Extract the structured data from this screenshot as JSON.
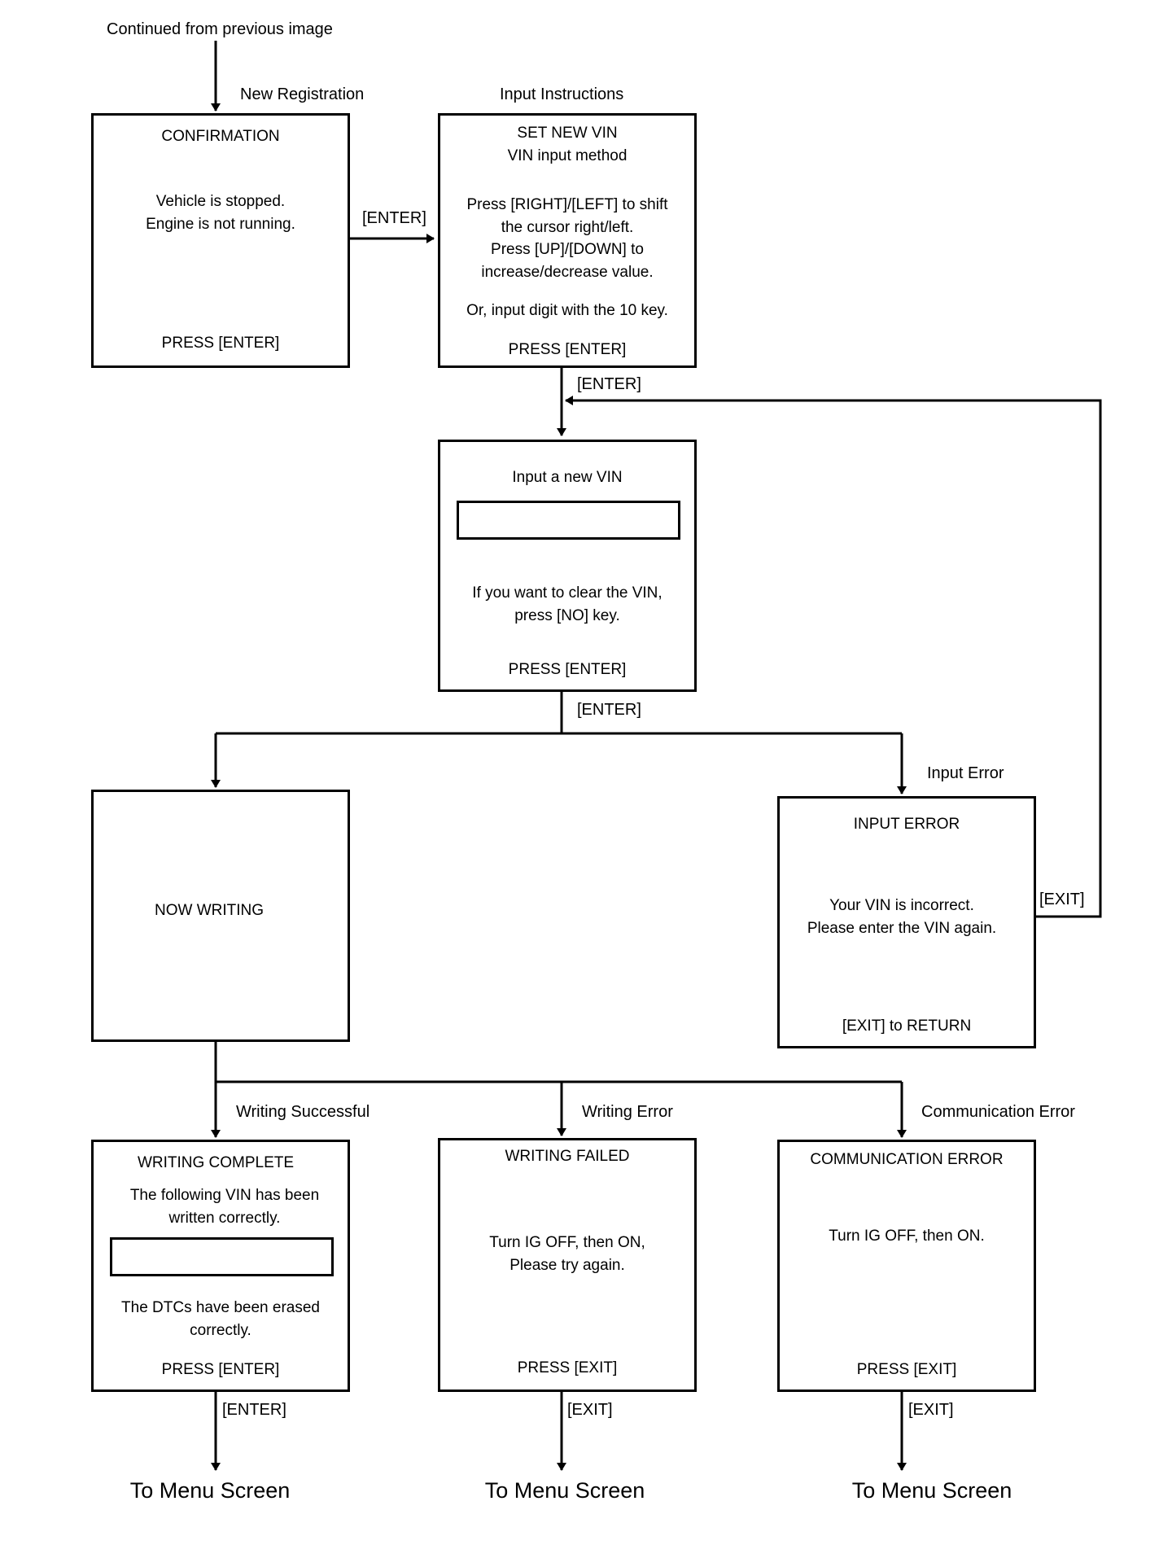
{
  "header_note": "Continued from previous image",
  "labels": {
    "new_registration": "New Registration",
    "input_instructions": "Input Instructions",
    "enter_1": "[ENTER]",
    "enter_2": "[ENTER]",
    "enter_3": "[ENTER]",
    "input_error": "Input Error",
    "exit_loop": "[EXIT]",
    "writing_successful": "Writing Successful",
    "writing_error": "Writing Error",
    "communication_error": "Communication Error",
    "enter_out": "[ENTER]",
    "exit_out_1": "[EXIT]",
    "exit_out_2": "[EXIT]"
  },
  "boxes": {
    "confirmation": {
      "title": "CONFIRMATION",
      "body": "Vehicle is stopped.\nEngine is not running.",
      "footer": "PRESS [ENTER]"
    },
    "set_new_vin": {
      "title": "SET NEW VIN\nVIN input method",
      "body": "Press [RIGHT]/[LEFT] to shift\nthe cursor right/left.\nPress [UP]/[DOWN] to\nincrease/decrease value.",
      "body2": "Or, input digit with the 10 key.",
      "footer": "PRESS [ENTER]"
    },
    "input_vin": {
      "title": "Input a new VIN",
      "body": "If you want to clear the VIN,\npress [NO] key.",
      "footer": "PRESS [ENTER]"
    },
    "now_writing": {
      "title": "NOW WRITING"
    },
    "input_error": {
      "title": "INPUT ERROR",
      "body": "Your VIN is incorrect.\nPlease enter the VIN again.",
      "footer": "[EXIT] to RETURN"
    },
    "writing_complete": {
      "title": "WRITING COMPLETE",
      "body": "The following VIN has been\nwritten correctly.",
      "body2": "The DTCs have been erased\ncorrectly.",
      "footer": "PRESS [ENTER]"
    },
    "writing_failed": {
      "title": "WRITING FAILED",
      "body": "Turn IG OFF, then ON,\nPlease try again.",
      "footer": "PRESS [EXIT]"
    },
    "comm_error": {
      "title": "COMMUNICATION ERROR",
      "body": "Turn IG OFF, then ON.",
      "footer": "PRESS [EXIT]"
    }
  },
  "destinations": [
    "To Menu Screen",
    "To Menu Screen",
    "To Menu Screen"
  ]
}
